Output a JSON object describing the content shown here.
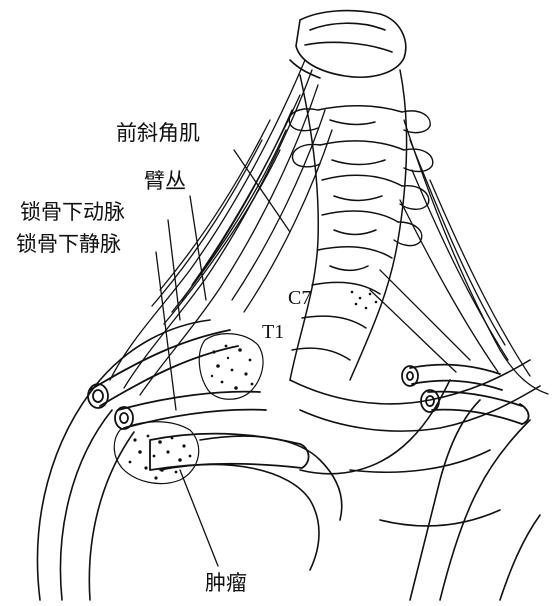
{
  "labels": {
    "scalenus": "前斜角肌",
    "plexus": "臂丛",
    "artery": "锁骨下动脉",
    "vein": "锁骨下静脉",
    "tumor": "肿瘤"
  },
  "vertebra_labels": {
    "c7": "C7",
    "t1": "T1"
  },
  "colors": {
    "ink": "#111111",
    "paper": "#ffffff"
  }
}
